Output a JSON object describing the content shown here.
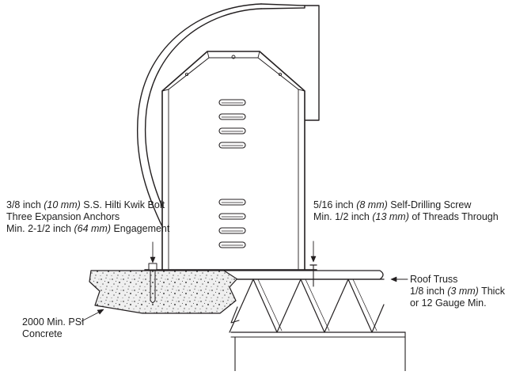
{
  "diagram": {
    "colors": {
      "stroke": "#231f20",
      "background": "#ffffff",
      "concrete_fill": "#e6e6e6"
    },
    "anchor_label": {
      "line1": {
        "pre": "3/8 inch ",
        "em": "(10 mm)",
        "post": " S.S. Hilti Kwik Bolt"
      },
      "line2": "Three Expansion Anchors",
      "line3": {
        "pre": "Min. 2-1/2 inch ",
        "em": "(64 mm)",
        "post": " Engagement"
      }
    },
    "screw_label": {
      "line1": {
        "pre": "5/16 inch ",
        "em": "(8 mm)",
        "post": " Self-Drilling Screw"
      },
      "line2": {
        "pre": "Min. 1/2 inch ",
        "em": "(13 mm)",
        "post": " of Threads Through"
      }
    },
    "truss_label": {
      "line1": "Roof Truss",
      "line2": {
        "pre": "1/8 inch ",
        "em": "(3 mm)",
        "post": " Thick"
      },
      "line3": "or 12 Gauge Min."
    },
    "concrete_label": {
      "line1": "2000 Min. PSI",
      "line2": "Concrete"
    }
  }
}
